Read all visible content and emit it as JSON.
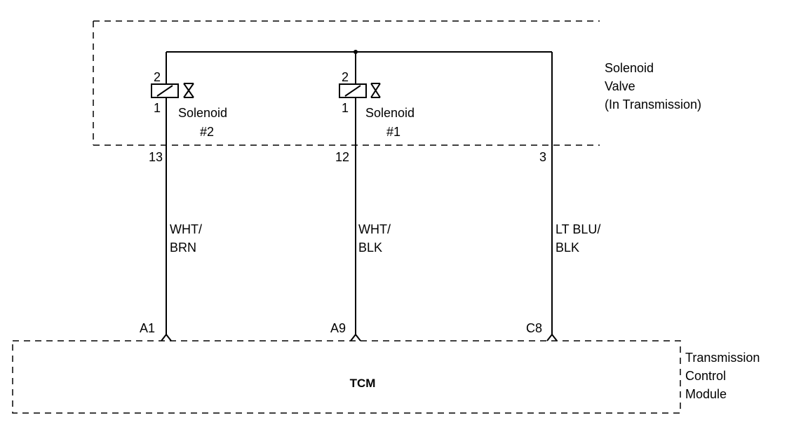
{
  "solenoid_valve_label": [
    "Solenoid",
    "Valve",
    "(In Transmission)"
  ],
  "tcm_label": "TCM",
  "tcm_description": [
    "Transmission",
    "Control",
    "Module"
  ],
  "solenoid_2": {
    "pin_top": "2",
    "pin_bottom": "1",
    "name_lines": [
      "Solenoid",
      "#2"
    ],
    "connector_pin": "13",
    "wire_color": [
      "WHT/",
      "BRN"
    ],
    "tcm_pin": "A1"
  },
  "solenoid_1": {
    "pin_top": "2",
    "pin_bottom": "1",
    "name_lines": [
      "Solenoid",
      "#1"
    ],
    "connector_pin": "12",
    "wire_color": [
      "WHT/",
      "BLK"
    ],
    "tcm_pin": "A9"
  },
  "feed_circuit": {
    "connector_pin": "3",
    "wire_color": [
      "LT BLU/",
      "BLK"
    ],
    "tcm_pin": "C8"
  }
}
